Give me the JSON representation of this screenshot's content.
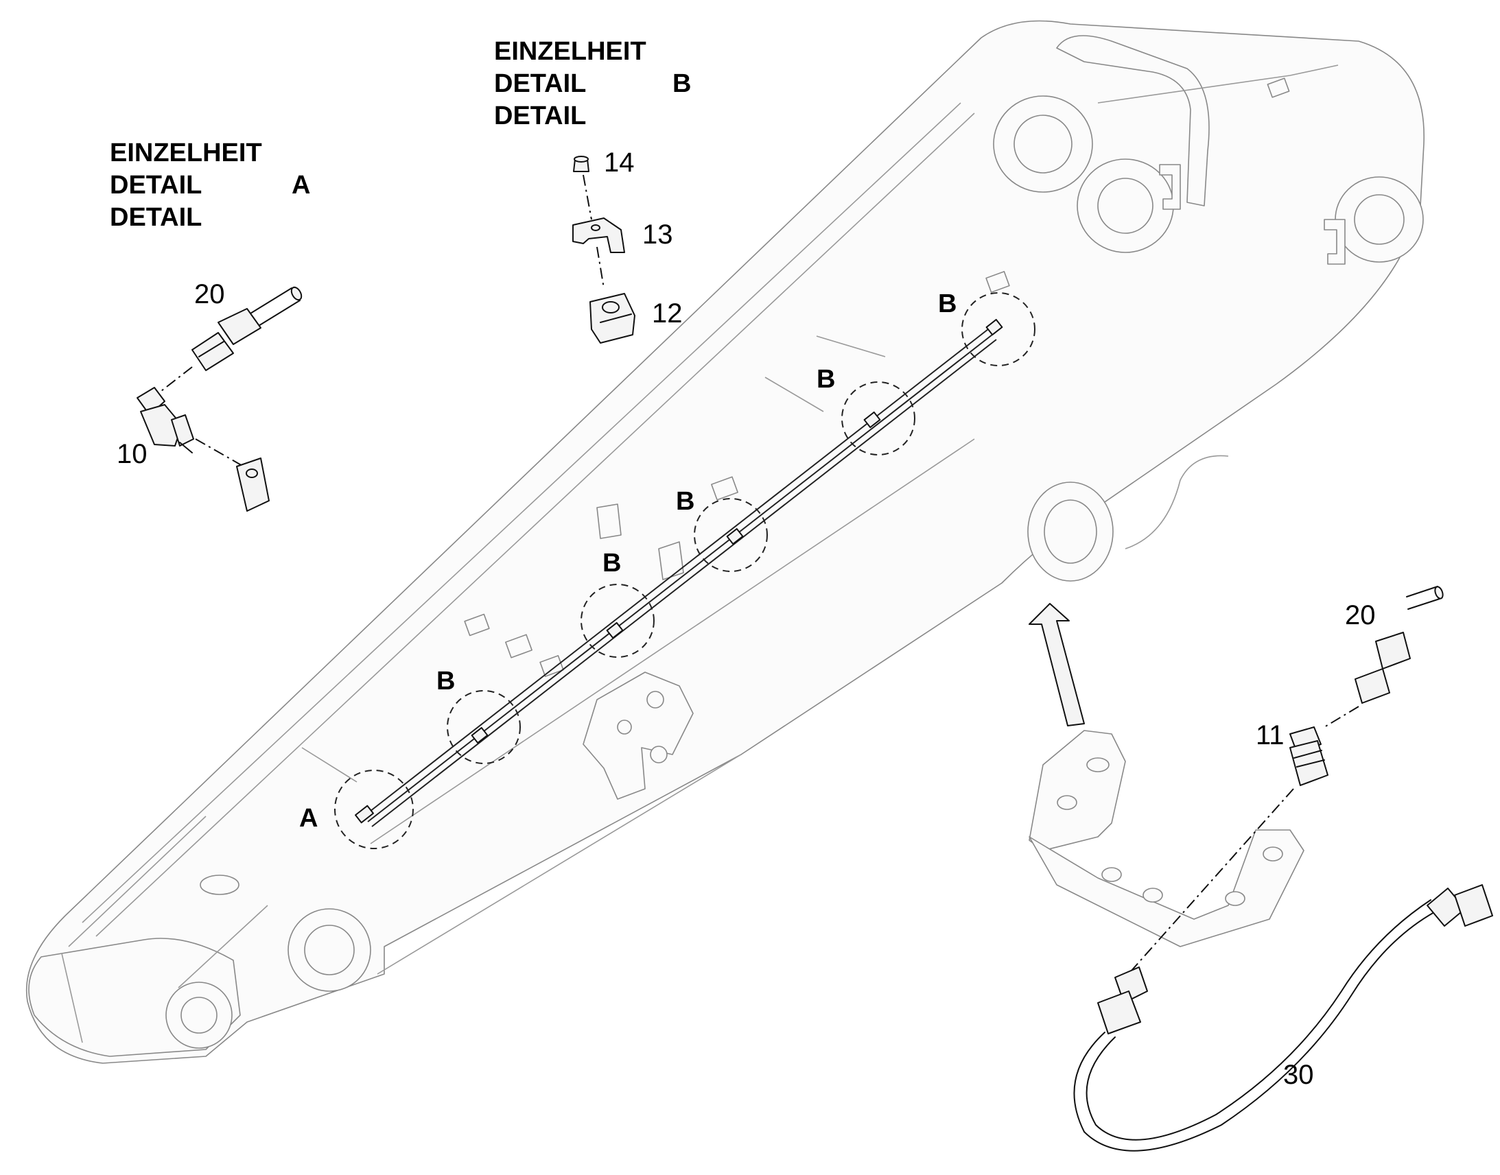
{
  "detail_a": {
    "line1": "EINZELHEIT",
    "line2": "DETAIL",
    "line3": "DETAIL",
    "letter": "A"
  },
  "detail_b": {
    "line1": "EINZELHEIT",
    "line2": "DETAIL",
    "line3": "DETAIL",
    "letter": "B"
  },
  "part_numbers": {
    "p10": "10",
    "p11": "11",
    "p12": "12",
    "p13": "13",
    "p14": "14",
    "p20a": "20",
    "p20b": "20",
    "p30": "30"
  },
  "callouts": {
    "a": "A",
    "b1": "B",
    "b2": "B",
    "b3": "B",
    "b4": "B",
    "b5": "B"
  }
}
